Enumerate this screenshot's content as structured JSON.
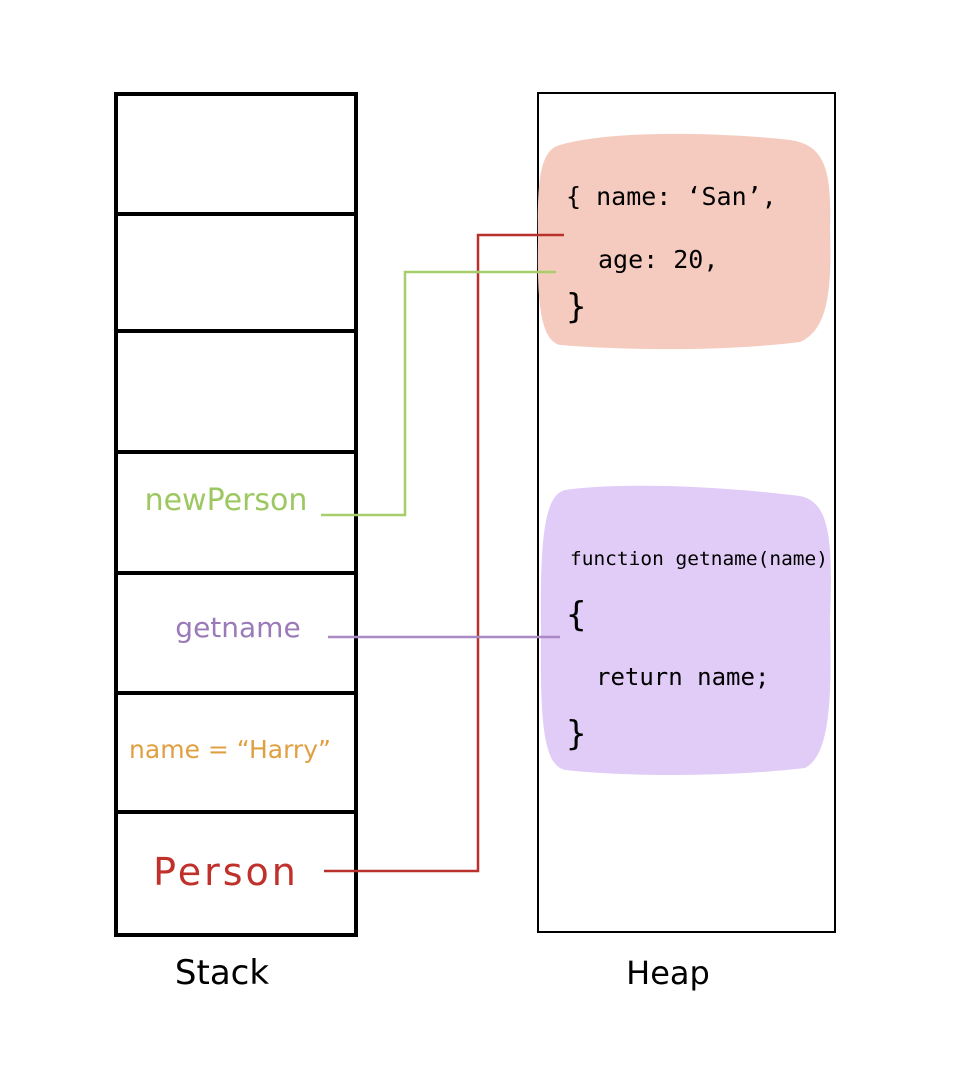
{
  "stack": {
    "caption": "Stack",
    "slots": [
      {
        "label": "",
        "color": "#000000"
      },
      {
        "label": "",
        "color": "#000000"
      },
      {
        "label": "",
        "color": "#000000"
      },
      {
        "label": "newPerson",
        "color": "#9dc861"
      },
      {
        "label": "getname",
        "color": "#9a7bb8"
      },
      {
        "label": "name = “Harry”",
        "color": "#e0a041"
      },
      {
        "label": "Person",
        "color": "#c0312b"
      }
    ]
  },
  "heap": {
    "caption": "Heap",
    "object_block": {
      "fill": "#f6cbbf",
      "lines": [
        "{ name: ‘San’,",
        "age: 20,",
        "}"
      ]
    },
    "function_block": {
      "fill": "#e1cbf7",
      "lines": [
        "function getname(name)",
        "{",
        "return name;",
        "}"
      ]
    }
  },
  "links": [
    {
      "from": "Person",
      "to": "object-name-line",
      "color": "#b8312b"
    },
    {
      "from": "newPerson",
      "to": "object-age-line",
      "color": "#a6cf6b"
    },
    {
      "from": "getname",
      "to": "function-block",
      "color": "#a98ac4"
    }
  ]
}
